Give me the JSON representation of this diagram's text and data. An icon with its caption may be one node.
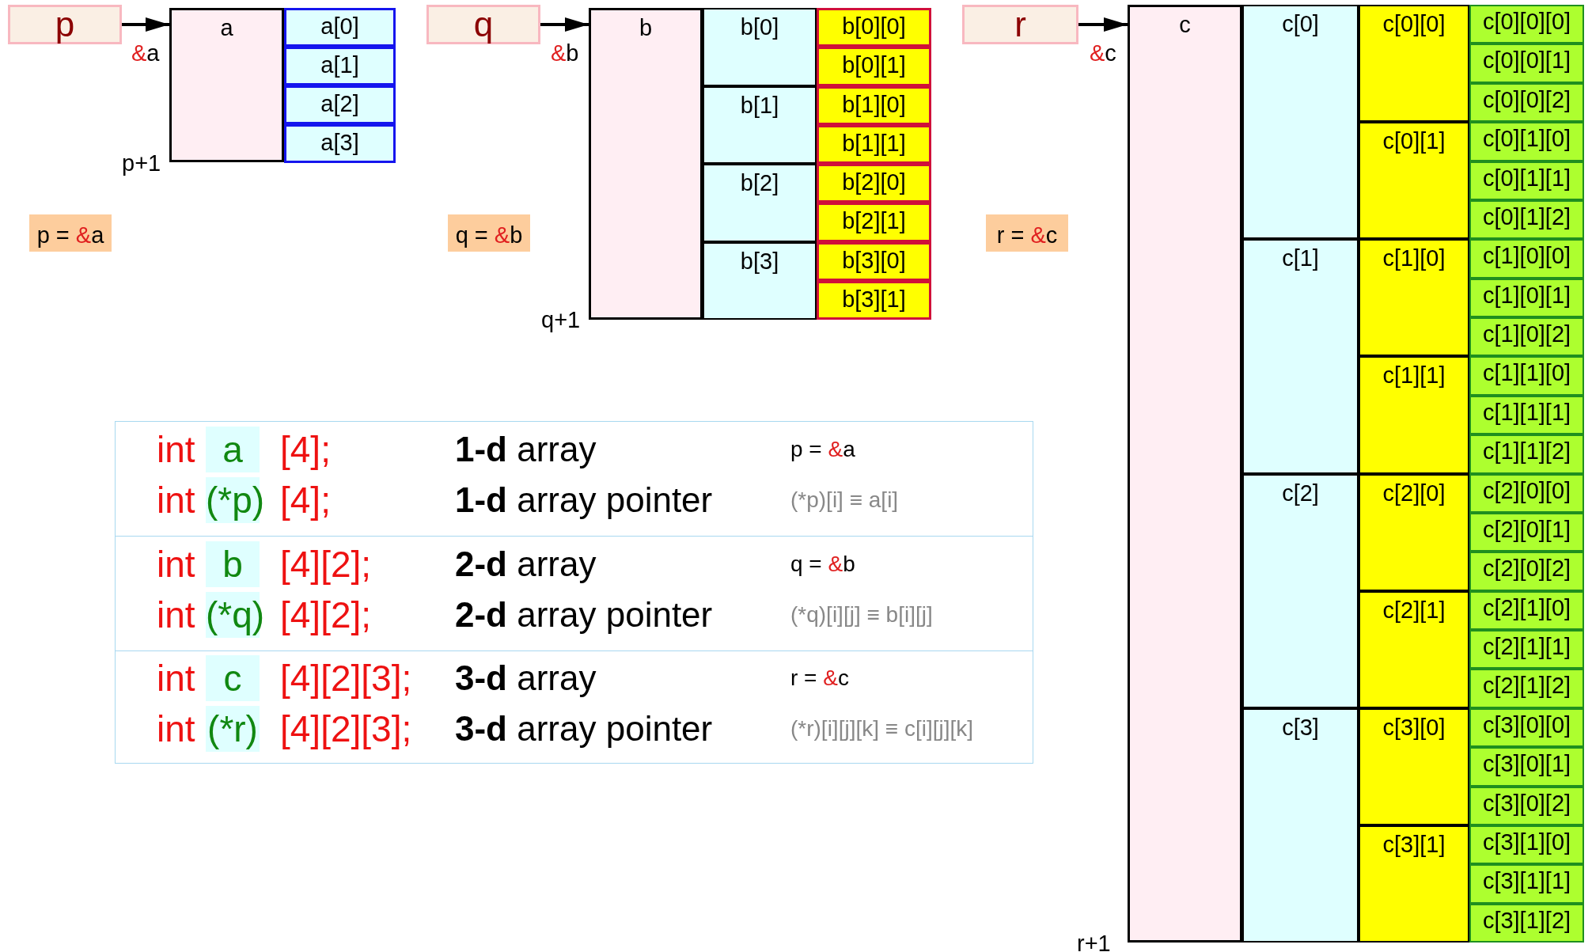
{
  "diagram": {
    "nodes": [
      {
        "text": [
          "p"
        ]
      },
      {
        "text": [
          "a"
        ],
        "beside": [
          "p+1"
        ]
      },
      {
        "text": [
          "a[0]"
        ]
      },
      {
        "text": [
          "a[1]"
        ]
      },
      {
        "text": [
          "a[2]"
        ]
      },
      {
        "text": [
          "a[3]"
        ]
      },
      {
        "text": [
          "p = &a"
        ]
      },
      {
        "text": [
          "q"
        ]
      },
      {
        "text": [
          "b"
        ],
        "beside": [
          "q+1"
        ]
      },
      {
        "text": [
          "b[0]"
        ]
      },
      {
        "text": [
          "b[1]"
        ]
      },
      {
        "text": [
          "b[2]"
        ]
      },
      {
        "text": [
          "b[3]"
        ]
      },
      {
        "text": [
          "b[0][0]"
        ]
      },
      {
        "text": [
          "b[0][1]"
        ]
      },
      {
        "text": [
          "b[1][0]"
        ]
      },
      {
        "text": [
          "b[1][1]"
        ]
      },
      {
        "text": [
          "b[2][0]"
        ]
      },
      {
        "text": [
          "b[2][1]"
        ]
      },
      {
        "text": [
          "b[3][0]"
        ]
      },
      {
        "text": [
          "b[3][1]"
        ]
      },
      {
        "text": [
          "q = &b"
        ]
      },
      {
        "text": [
          "r"
        ]
      },
      {
        "text": [
          "c"
        ],
        "beside": [
          "r+1"
        ]
      },
      {
        "text": [
          "c[0]"
        ]
      },
      {
        "text": [
          "c[1]"
        ]
      },
      {
        "text": [
          "c[2]"
        ]
      },
      {
        "text": [
          "c[3]"
        ]
      },
      {
        "text": [
          "c[0][0]"
        ]
      },
      {
        "text": [
          "c[0][1]"
        ]
      },
      {
        "text": [
          "c[1][0]"
        ]
      },
      {
        "text": [
          "c[1][1]"
        ]
      },
      {
        "text": [
          "c[2][0]"
        ]
      },
      {
        "text": [
          "c[2][1]"
        ]
      },
      {
        "text": [
          "c[3][0]"
        ]
      },
      {
        "text": [
          "c[3][1]"
        ]
      },
      {
        "text": [
          "c[0][0][0]"
        ]
      },
      {
        "text": [
          "c[0][0][1]"
        ]
      },
      {
        "text": [
          "c[0][0][2]"
        ]
      },
      {
        "text": [
          "c[0][1][0]"
        ]
      },
      {
        "text": [
          "c[0][1][1]"
        ]
      },
      {
        "text": [
          "c[0][1][2]"
        ]
      },
      {
        "text": [
          "c[1][0][0]"
        ]
      },
      {
        "text": [
          "c[1][0][1]"
        ]
      },
      {
        "text": [
          "c[1][0][2]"
        ]
      },
      {
        "text": [
          "c[1][1][0]"
        ]
      },
      {
        "text": [
          "c[1][1][1]"
        ]
      },
      {
        "text": [
          "c[1][1][2]"
        ]
      },
      {
        "text": [
          "c[2][0][0]"
        ]
      },
      {
        "text": [
          "c[2][0][1]"
        ]
      },
      {
        "text": [
          "c[2][0][2]"
        ]
      },
      {
        "text": [
          "c[2][1][0]"
        ]
      },
      {
        "text": [
          "c[2][1][1]"
        ]
      },
      {
        "text": [
          "c[2][1][2]"
        ]
      },
      {
        "text": [
          "c[3][0][0]"
        ]
      },
      {
        "text": [
          "c[3][0][1]"
        ]
      },
      {
        "text": [
          "c[3][0][2]"
        ]
      },
      {
        "text": [
          "c[3][1][0]"
        ]
      },
      {
        "text": [
          "c[3][1][1]"
        ]
      },
      {
        "text": [
          "c[3][1][2]"
        ]
      },
      {
        "text": [
          "r = &c"
        ]
      }
    ],
    "edges": [
      {
        "from": 0,
        "to": 1,
        "arrow": "to",
        "label": "&a"
      },
      {
        "from": 7,
        "to": 8,
        "arrow": "to",
        "label": "&b"
      },
      {
        "from": 22,
        "to": 23,
        "arrow": "to",
        "label": "&c"
      }
    ],
    "labels": [
      "int",
      "a",
      "[4];",
      "**1-d** array",
      "p = &a",
      "int",
      "(*p)",
      "[4];",
      "**1-d** array pointer",
      "(*p)[i]  ≡ a[i]",
      "int",
      "b",
      "[4][2];",
      "**2-d** array",
      "q = &b",
      "int",
      "(*q)",
      "[4][2];",
      "**2-d** array pointer",
      "(*q)[i][j]  ≡ b[i][j]",
      "int",
      "c",
      "[4][2][3];",
      "**3-d** array",
      "r = &c",
      "int",
      "(*r)",
      "[4][2][3];",
      "**3-d** array pointer",
      "(*r)[i][j][k]  ≡ c[i][j][k]"
    ]
  }
}
